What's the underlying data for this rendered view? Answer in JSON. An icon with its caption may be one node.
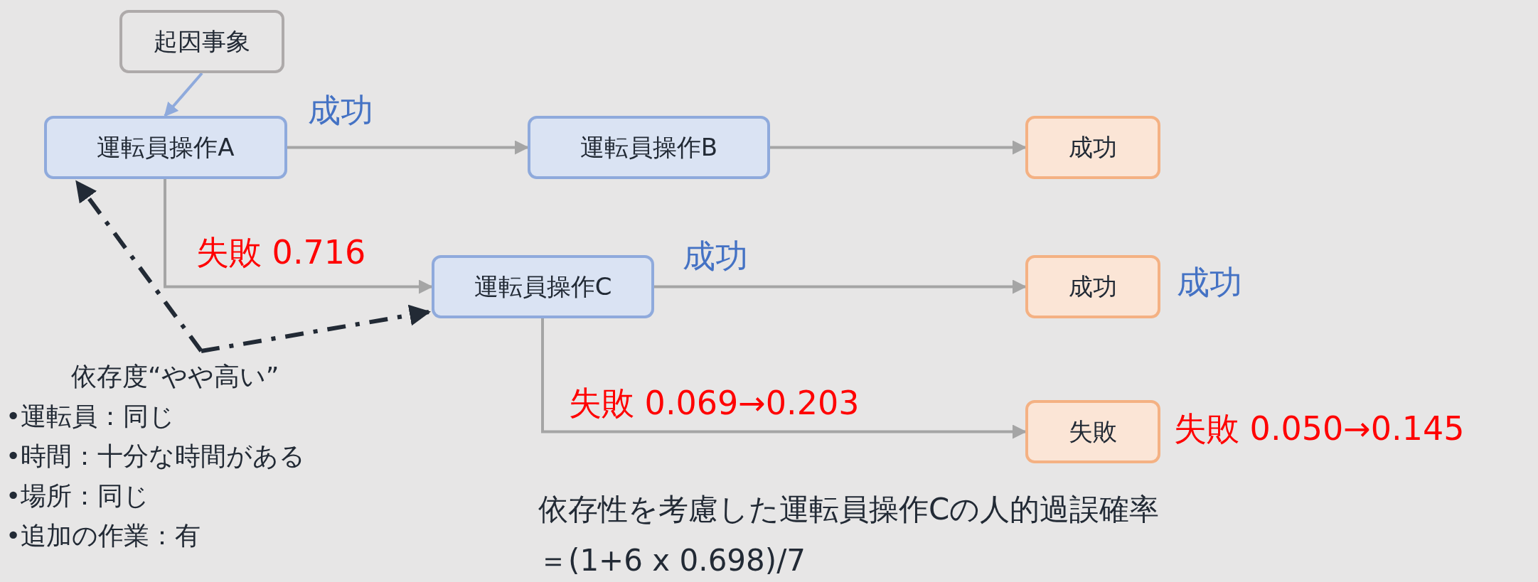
{
  "diagram": {
    "nodes": [
      {
        "text": [
          "起因事象"
        ]
      },
      {
        "text": [
          "運転員操作A"
        ]
      },
      {
        "text": [
          "運転員操作B"
        ]
      },
      {
        "text": [
          "成功"
        ]
      },
      {
        "text": [
          "運転員操作C"
        ]
      },
      {
        "text": [
          "成功"
        ],
        "beside": [
          "成功"
        ]
      },
      {
        "text": [
          "失敗"
        ],
        "beside": [
          "失敗 0.050→0.145"
        ]
      },
      {
        "text": [
          "依存度“やや高い”",
          "•運転員：同じ",
          "•時間：十分な時間がある",
          "•場所：同じ",
          "•追加の作業：有"
        ]
      }
    ],
    "edges": [
      {
        "from": 0,
        "to": 1,
        "arrow": "to",
        "color": "#8faadc"
      },
      {
        "from": 1,
        "to": 2,
        "arrow": "to",
        "label": "成功"
      },
      {
        "from": 2,
        "to": 3,
        "arrow": "to"
      },
      {
        "from": 1,
        "to": 4,
        "arrow": "to",
        "label": "失敗 0.716"
      },
      {
        "from": 4,
        "to": 5,
        "arrow": "to",
        "label": "成功"
      },
      {
        "from": 4,
        "to": 6,
        "arrow": "to",
        "label": "失敗 0.069→0.203"
      },
      {
        "from": 7,
        "to": 1,
        "arrow": "to",
        "style": "dashed",
        "color": "#222a35"
      },
      {
        "from": 7,
        "to": 4,
        "arrow": "to",
        "style": "dashed",
        "color": "#222a35"
      }
    ],
    "labels": [
      "依存性を考慮した運転員操作Cの人的過誤確率",
      "＝(1+6 x 0.698)/7"
    ]
  }
}
